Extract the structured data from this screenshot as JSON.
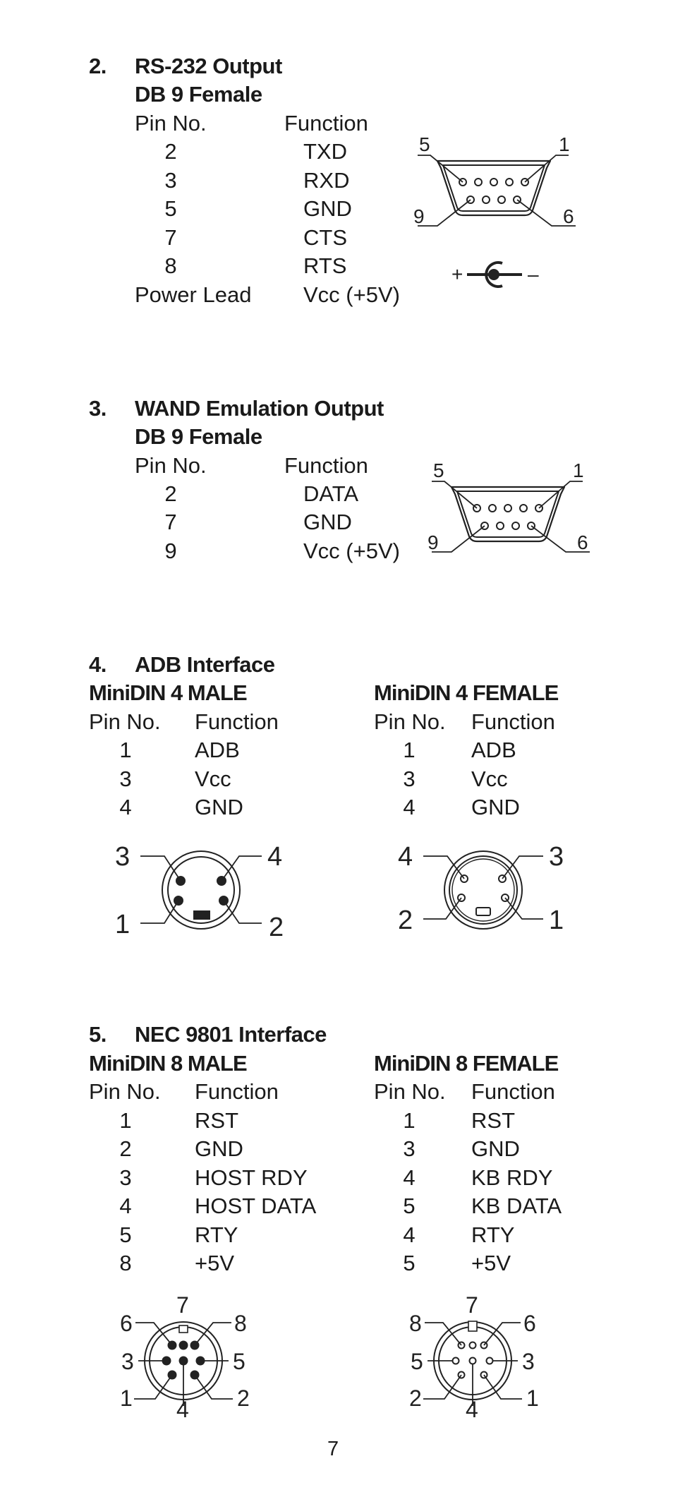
{
  "page_number": "7",
  "sections": [
    {
      "number": "2.",
      "title": "RS-232 Output",
      "subtitle": "DB 9 Female",
      "col_pin": "Pin No.",
      "col_function": "Function",
      "rows": [
        {
          "pin": "2",
          "fn": "TXD"
        },
        {
          "pin": "3",
          "fn": "RXD"
        },
        {
          "pin": "5",
          "fn": "GND"
        },
        {
          "pin": "7",
          "fn": "CTS"
        },
        {
          "pin": "8",
          "fn": "RTS"
        }
      ],
      "power_label": "Power Lead",
      "power_value": "Vcc (+5V)",
      "diagram": {
        "tl": "5",
        "tr": "1",
        "bl": "9",
        "br": "6"
      },
      "polarity": {
        "plus": "+",
        "minus": "–"
      }
    },
    {
      "number": "3.",
      "title": "WAND Emulation Output",
      "subtitle": "DB 9 Female",
      "col_pin": "Pin No.",
      "col_function": "Function",
      "rows": [
        {
          "pin": "2",
          "fn": "DATA"
        },
        {
          "pin": "7",
          "fn": "GND"
        },
        {
          "pin": "9",
          "fn": "Vcc (+5V)"
        }
      ],
      "diagram": {
        "tl": "5",
        "tr": "1",
        "bl": "9",
        "br": "6"
      }
    },
    {
      "number": "4.",
      "title": "ADB Interface",
      "male": {
        "heading": "MiniDIN 4 MALE",
        "col_pin": "Pin No.",
        "col_function": "Function",
        "rows": [
          {
            "pin": "1",
            "fn": "ADB"
          },
          {
            "pin": "3",
            "fn": "Vcc"
          },
          {
            "pin": "4",
            "fn": "GND"
          }
        ],
        "diagram": {
          "tl": "3",
          "tr": "4",
          "bl": "1",
          "br": "2"
        }
      },
      "female": {
        "heading": "MiniDIN 4 FEMALE",
        "col_pin": "Pin No.",
        "col_function": "Function",
        "rows": [
          {
            "pin": "1",
            "fn": "ADB"
          },
          {
            "pin": "3",
            "fn": "Vcc"
          },
          {
            "pin": "4",
            "fn": "GND"
          }
        ],
        "diagram": {
          "tl": "4",
          "tr": "3",
          "bl": "2",
          "br": "1"
        }
      }
    },
    {
      "number": "5.",
      "title": "NEC 9801 Interface",
      "male": {
        "heading": "MiniDIN 8 MALE",
        "col_pin": "Pin No.",
        "col_function": "Function",
        "rows": [
          {
            "pin": "1",
            "fn": "RST"
          },
          {
            "pin": "2",
            "fn": "GND"
          },
          {
            "pin": "3",
            "fn": "HOST RDY"
          },
          {
            "pin": "4",
            "fn": "HOST DATA"
          },
          {
            "pin": "5",
            "fn": "RTY"
          },
          {
            "pin": "8",
            "fn": "+5V"
          }
        ],
        "diagram": {
          "top": "7",
          "tl": "6",
          "tr": "8",
          "ml": "3",
          "mr": "5",
          "bl": "1",
          "br": "2",
          "bottom": "4"
        }
      },
      "female": {
        "heading": "MiniDIN 8 FEMALE",
        "col_pin": "Pin No.",
        "col_function": "Function",
        "rows": [
          {
            "pin": "1",
            "fn": "RST"
          },
          {
            "pin": "3",
            "fn": "GND"
          },
          {
            "pin": "4",
            "fn": "KB RDY"
          },
          {
            "pin": "5",
            "fn": "KB DATA"
          },
          {
            "pin": "4",
            "fn": "RTY"
          },
          {
            "pin": "5",
            "fn": "+5V"
          }
        ],
        "diagram": {
          "top": "7",
          "tl": "8",
          "tr": "6",
          "ml": "5",
          "mr": "3",
          "bl": "2",
          "br": "1",
          "bottom": "4"
        }
      }
    }
  ]
}
